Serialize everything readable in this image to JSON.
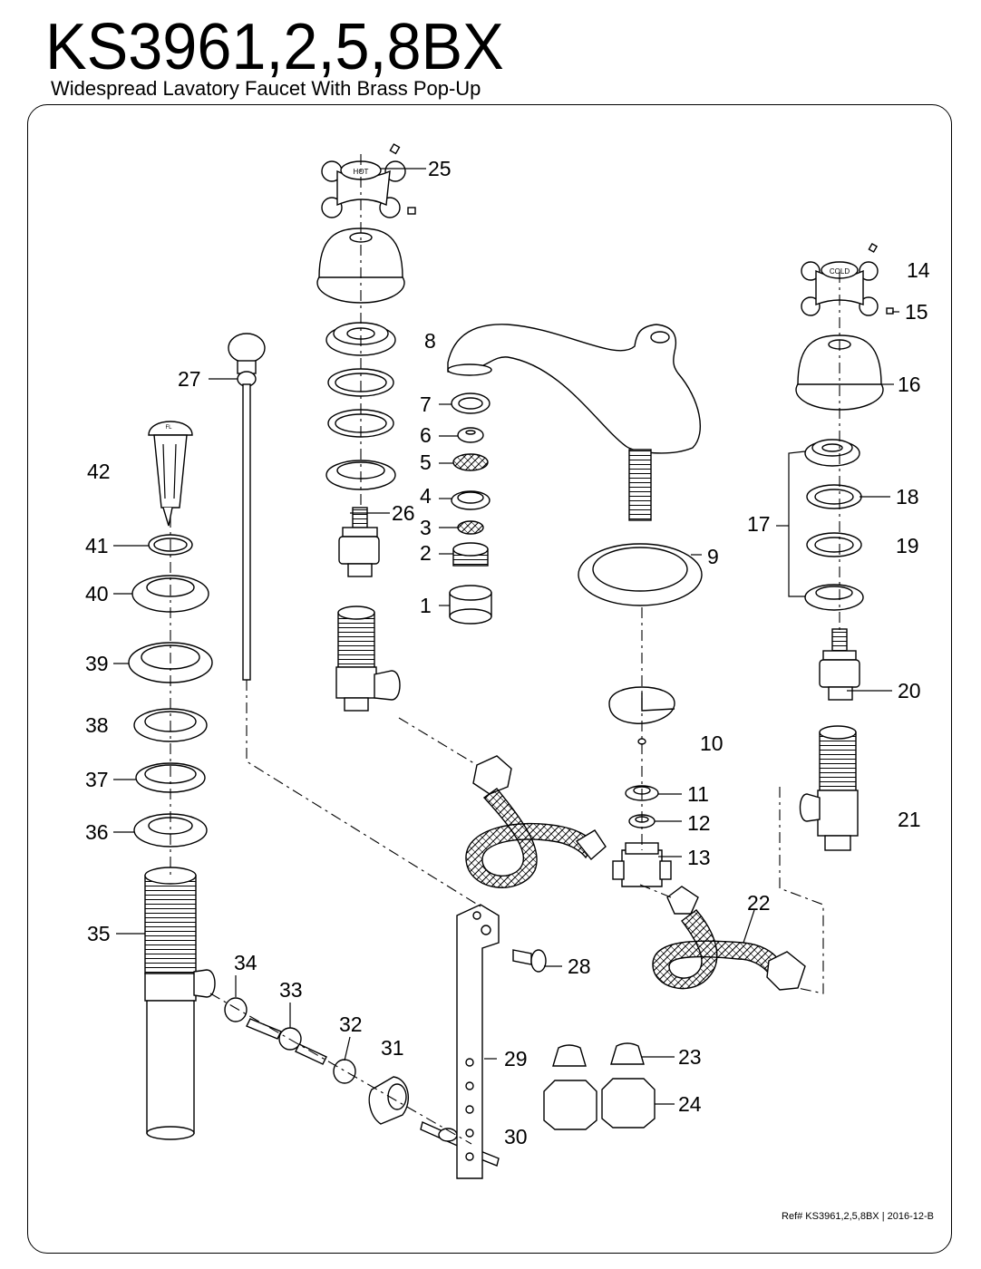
{
  "header": {
    "model": "KS3961,2,5,8BX",
    "description": "Widespread Lavatory Faucet With Brass Pop-Up"
  },
  "footer": {
    "ref": "Ref# KS3961,2,5,8BX | 2016-12-B"
  },
  "handle_labels": {
    "hot": "HOT",
    "cold": "COLD"
  },
  "stopper_label": "FL",
  "parts": {
    "p1": "1",
    "p2": "2",
    "p3": "3",
    "p4": "4",
    "p5": "5",
    "p6": "6",
    "p7": "7",
    "p8": "8",
    "p9": "9",
    "p10": "10",
    "p11": "11",
    "p12": "12",
    "p13": "13",
    "p14": "14",
    "p15": "15",
    "p16": "16",
    "p17": "17",
    "p18": "18",
    "p19": "19",
    "p20": "20",
    "p21": "21",
    "p22": "22",
    "p23": "23",
    "p24": "24",
    "p25": "25",
    "p26": "26",
    "p27": "27",
    "p28": "28",
    "p29": "29",
    "p30": "30",
    "p31": "31",
    "p32": "32",
    "p33": "33",
    "p34": "34",
    "p35": "35",
    "p36": "36",
    "p37": "37",
    "p38": "38",
    "p39": "39",
    "p40": "40",
    "p41": "41",
    "p42": "42"
  },
  "colors": {
    "line": "#000000",
    "background": "#ffffff"
  }
}
